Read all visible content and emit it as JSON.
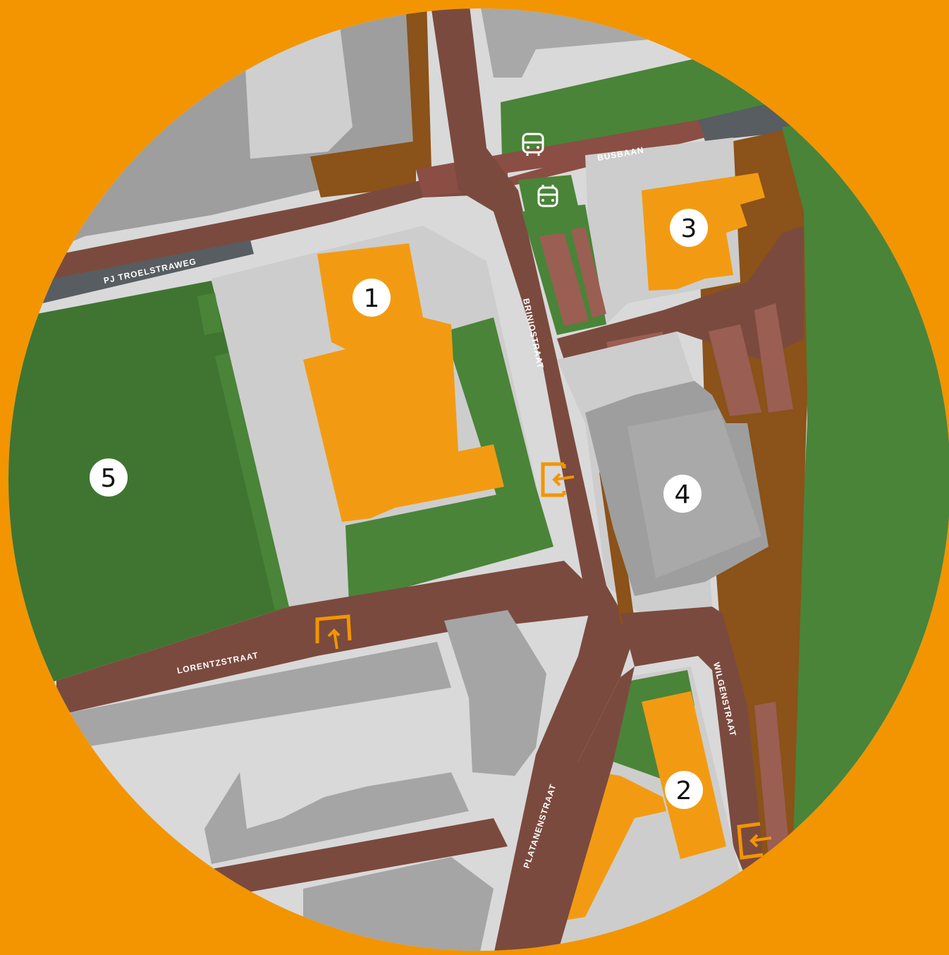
{
  "colors": {
    "background": "#F29500",
    "road": "#7B4A3E",
    "road_dark": "#5E3B32",
    "busway": "#8A4E44",
    "green": "#4A8438",
    "green_dark": "#3F7531",
    "ground": "#D9D9D9",
    "building_gray": "#9E9E9E",
    "building_orange": "#F29B12",
    "brown_area": "#8B5219",
    "parking": "#9B5E52",
    "asphalt": "#575D60"
  },
  "streets": {
    "troelstraweg": "PJ TROELSTRAWEG",
    "busbaan": "BUSBAAN",
    "briniostraat": "BRINIOSTRAAT",
    "lorentzstraat": "LORENTZSTRAAT",
    "wilgenstraat": "WILGENSTRAAT",
    "platanenstraat": "PLATANENSTRAAT"
  },
  "markers": [
    {
      "id": "1",
      "label": "1"
    },
    {
      "id": "2",
      "label": "2"
    },
    {
      "id": "3",
      "label": "3"
    },
    {
      "id": "4",
      "label": "4"
    },
    {
      "id": "5",
      "label": "5"
    }
  ],
  "icons": [
    "bus-icon",
    "bus-front-icon",
    "entrance-arrow-icon"
  ]
}
